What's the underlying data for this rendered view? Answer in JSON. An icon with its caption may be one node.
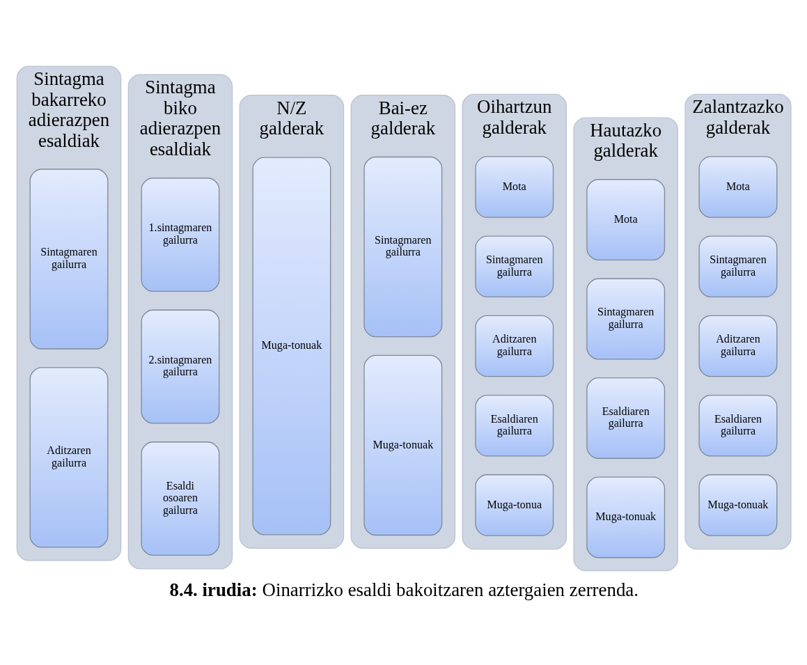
{
  "diagram": {
    "caption": "**8.4. irudia:** Oinarrizko esaldi bakoitzaren aztergaien zerrenda.",
    "nodes": [
      {
        "text": [
          "Sintagma bakarreko adierazpen esaldiak"
        ]
      },
      {
        "text": [
          "Sintagmaren gailurra"
        ],
        "in": 0
      },
      {
        "text": [
          "Aditzaren gailurra"
        ],
        "in": 0
      },
      {
        "text": [
          "Sintagma biko adierazpen esaldiak"
        ]
      },
      {
        "text": [
          "1.sintagmaren gailurra"
        ],
        "in": 3
      },
      {
        "text": [
          "2.sintagmaren gailurra"
        ],
        "in": 3
      },
      {
        "text": [
          "Esaldi osoaren gailurra"
        ],
        "in": 3
      },
      {
        "text": [
          "N/Z galderak"
        ]
      },
      {
        "text": [
          "Muga-tonuak"
        ],
        "in": 7
      },
      {
        "text": [
          "Bai-ez galderak"
        ]
      },
      {
        "text": [
          "Sintagmaren gailurra"
        ],
        "in": 9
      },
      {
        "text": [
          "Muga-tonuak"
        ],
        "in": 9
      },
      {
        "text": [
          "Oihartzun galderak"
        ]
      },
      {
        "text": [
          "Mota"
        ],
        "in": 12
      },
      {
        "text": [
          "Sintagmaren gailurra"
        ],
        "in": 12
      },
      {
        "text": [
          "Aditzaren gailurra"
        ],
        "in": 12
      },
      {
        "text": [
          "Esaldiaren gailurra"
        ],
        "in": 12
      },
      {
        "text": [
          "Muga-tonua"
        ],
        "in": 12
      },
      {
        "text": [
          "Hautazko galderak"
        ]
      },
      {
        "text": [
          "Mota"
        ],
        "in": 18
      },
      {
        "text": [
          "Sintagmaren gailurra"
        ],
        "in": 18
      },
      {
        "text": [
          "Esaldiaren gailurra"
        ],
        "in": 18
      },
      {
        "text": [
          "Muga-tonuak"
        ],
        "in": 18
      },
      {
        "text": [
          "Zalantzazko galderak"
        ]
      },
      {
        "text": [
          "Mota"
        ],
        "in": 23
      },
      {
        "text": [
          "Sintagmaren gailurra"
        ],
        "in": 23
      },
      {
        "text": [
          "Aditzaren gailurra"
        ],
        "in": 23
      },
      {
        "text": [
          "Esaldiaren gailurra"
        ],
        "in": 23
      },
      {
        "text": [
          "Muga-tonuak"
        ],
        "in": 23
      }
    ]
  }
}
